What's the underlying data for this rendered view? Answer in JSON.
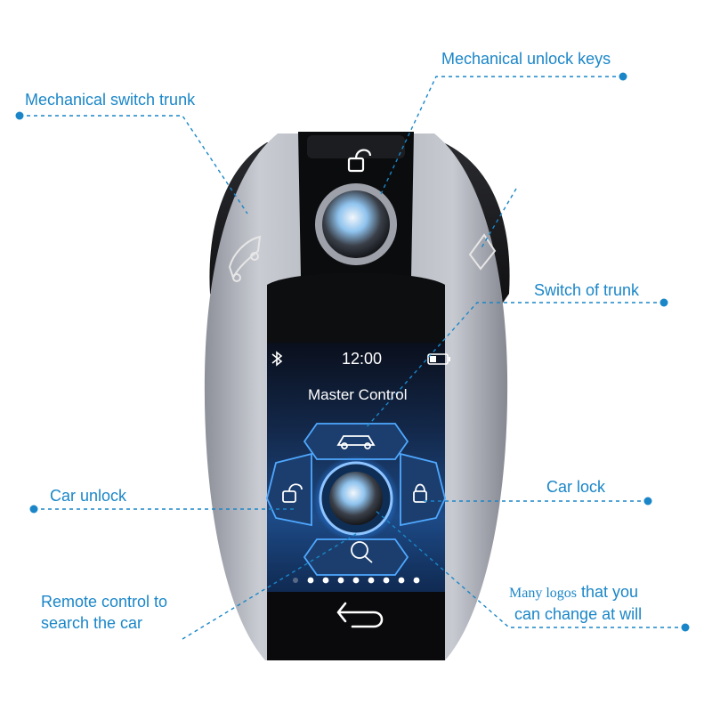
{
  "callouts": {
    "mechanical_unlock_keys": "Mechanical unlock keys",
    "mechanical_switch_trunk": "Mechanical switch trunk",
    "switch_of_trunk": "Switch of trunk",
    "car_unlock": "Car unlock",
    "car_lock": "Car lock",
    "remote_search_line1": "Remote control to",
    "remote_search_line2": "search the car",
    "logos_part1": "Many logos",
    "logos_part2": "that you",
    "logos_line2": "can change at will"
  },
  "screen": {
    "time": "12:00",
    "title": "Master Control",
    "page_dots_total": 9,
    "page_dots_active": 0
  },
  "colors": {
    "callout": "#1a86c8",
    "body_silver": "#b4b7bf",
    "body_black": "#111214",
    "screen_blue": "#1d4a86"
  },
  "icons": [
    "bluetooth-icon",
    "battery-icon",
    "car-trunk-icon",
    "unlock-icon",
    "lock-icon",
    "search-car-icon",
    "back-arrow-icon",
    "logo-emblem-icon"
  ]
}
